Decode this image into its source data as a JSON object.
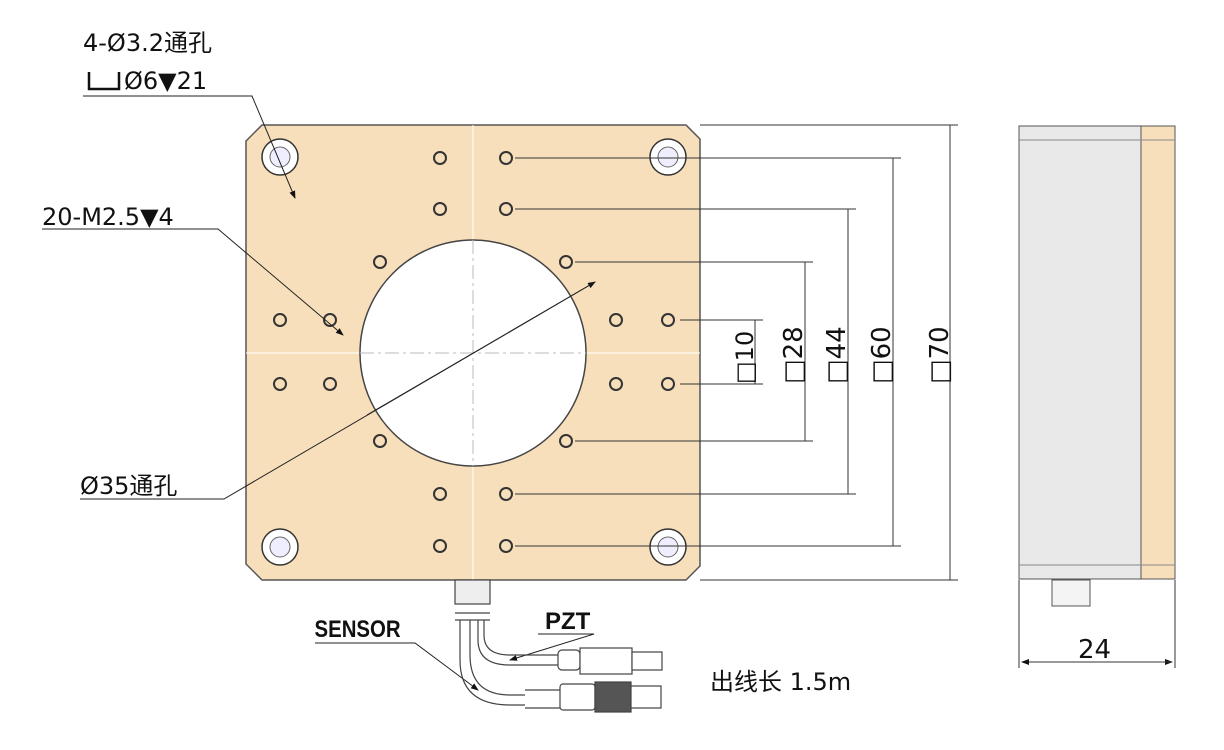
{
  "labels": {
    "corner_holes_line1": "4-Ø3.2通孔",
    "corner_holes_line2": "Ø6▼21",
    "tapped_holes": "20-M2.5▼4",
    "center_hole": "Ø35通孔",
    "sensor": "SENSOR",
    "pzt": "PZT",
    "cable_length": "出线长 1.5m",
    "thickness": "24"
  },
  "dimensions": [
    "□10",
    "□28",
    "□44",
    "□60",
    "□70"
  ],
  "colors": {
    "plate": "#f7dfbb",
    "side_body": "#e8e8e8",
    "line": "#222222"
  }
}
